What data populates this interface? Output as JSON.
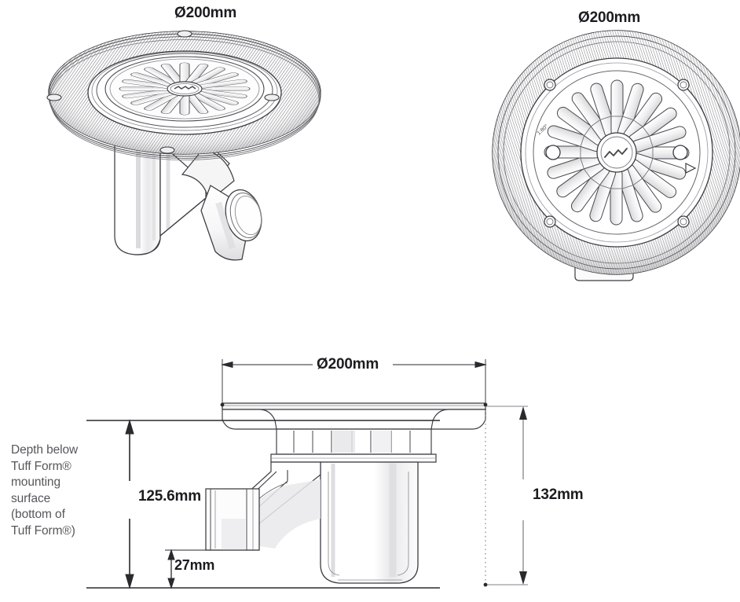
{
  "document": {
    "type": "technical-drawing",
    "subject": "Floor drain / gully with 200mm round grate and angled outlet",
    "background_color": "#ffffff",
    "line_color": "#3c3c41",
    "text_color": "#1c1c20",
    "note_text_color": "#56575b"
  },
  "views": {
    "isometric": {
      "name": "Isometric view",
      "dimension_label": "Ø200mm"
    },
    "plan": {
      "name": "Plan view from above",
      "dimension_label": "Ø200mm"
    },
    "section": {
      "name": "Side cross-section view",
      "width_label": "Ø200mm",
      "depth_label": "125.6mm",
      "outlet_height_label": "27mm",
      "total_height_label": "132mm",
      "note": "Depth below\nTuff Form®\nmounting\nsurface\n(bottom of\nTuff Form®)"
    }
  },
  "labels": [
    {
      "id": "iso-diameter",
      "text": "Ø200mm"
    },
    {
      "id": "plan-diameter",
      "text": "Ø200mm"
    },
    {
      "id": "section-diameter",
      "text": "Ø200mm"
    },
    {
      "id": "section-depth",
      "text": "125.6mm"
    },
    {
      "id": "section-outlet",
      "text": "27mm"
    },
    {
      "id": "section-total",
      "text": "132mm"
    },
    {
      "id": "section-note",
      "text": "Depth below\nTuff Form®\nmounting\nsurface\n(bottom of\nTuff Form®)"
    }
  ]
}
